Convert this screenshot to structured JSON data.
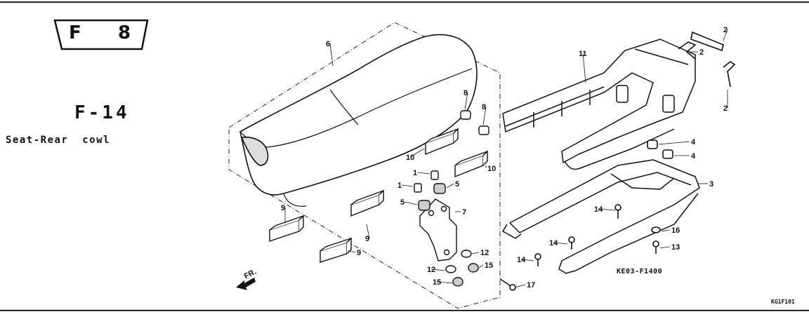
{
  "header": {
    "group_letter": "F",
    "group_number": "8",
    "section_code": "F-14",
    "section_title": "Seat-Rear  cowl"
  },
  "direction_label": "FR.",
  "part_code": "KE03-F1400",
  "page_ref": "KG1F101",
  "callouts": [
    {
      "num": "1",
      "name": "callout-1a"
    },
    {
      "num": "1",
      "name": "callout-1b"
    },
    {
      "num": "2",
      "name": "callout-2a"
    },
    {
      "num": "2",
      "name": "callout-2b"
    },
    {
      "num": "2",
      "name": "callout-2c"
    },
    {
      "num": "3",
      "name": "callout-3"
    },
    {
      "num": "4",
      "name": "callout-4a"
    },
    {
      "num": "4",
      "name": "callout-4b"
    },
    {
      "num": "5",
      "name": "callout-5a"
    },
    {
      "num": "5",
      "name": "callout-5b"
    },
    {
      "num": "6",
      "name": "callout-6"
    },
    {
      "num": "7",
      "name": "callout-7"
    },
    {
      "num": "8",
      "name": "callout-8a"
    },
    {
      "num": "8",
      "name": "callout-8b"
    },
    {
      "num": "9",
      "name": "callout-9a"
    },
    {
      "num": "9",
      "name": "callout-9b"
    },
    {
      "num": "9",
      "name": "callout-9c"
    },
    {
      "num": "10",
      "name": "callout-10a"
    },
    {
      "num": "10",
      "name": "callout-10b"
    },
    {
      "num": "11",
      "name": "callout-11"
    },
    {
      "num": "12",
      "name": "callout-12a"
    },
    {
      "num": "12",
      "name": "callout-12b"
    },
    {
      "num": "13",
      "name": "callout-13"
    },
    {
      "num": "14",
      "name": "callout-14a"
    },
    {
      "num": "14",
      "name": "callout-14b"
    },
    {
      "num": "14",
      "name": "callout-14c"
    },
    {
      "num": "15",
      "name": "callout-15a"
    },
    {
      "num": "15",
      "name": "callout-15b"
    },
    {
      "num": "16",
      "name": "callout-16"
    },
    {
      "num": "17",
      "name": "callout-17"
    }
  ]
}
